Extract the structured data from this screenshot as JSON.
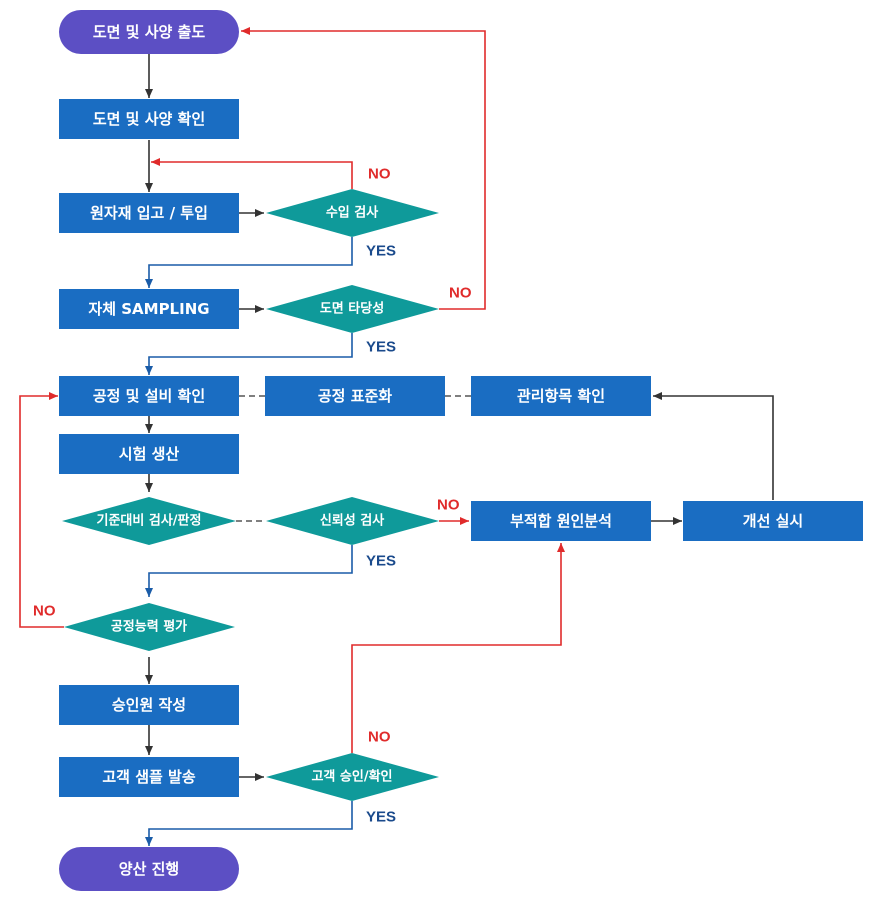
{
  "colors": {
    "start_end": "#5c4fc4",
    "process": "#1a6dc2",
    "decision": "#0f9a9a",
    "arrow_default": "#333333",
    "arrow_yes": "#1a5ca8",
    "arrow_no": "#e02b2b",
    "yes_text": "#1a4a8c",
    "no_text": "#e02b2b",
    "dashed": "#555555"
  },
  "nodes": {
    "start": "도면 및 사양 출도",
    "confirm_spec": "도면 및 사양 확인",
    "material_input": "원자재 입고 / 투입",
    "incoming_inspection": "수입 검사",
    "self_sampling": "자체 SAMPLING",
    "drawing_validity": "도면 타당성",
    "process_equipment_check": "공정 및 설비 확인",
    "process_standardization": "공정 표준화",
    "control_item_check": "관리항목 확인",
    "trial_production": "시험 생산",
    "criteria_inspection": "기준대비 검사/판정",
    "reliability_inspection": "신뢰성 검사",
    "nonconformity_analysis": "부적합 원인분석",
    "improvement": "개선 실시",
    "process_capability": "공정능력 평가",
    "approval_doc": "승인원 작성",
    "customer_sample": "고객 샘플 발송",
    "customer_approval": "고객 승인/확인",
    "end": "양산 진행"
  },
  "labels": {
    "incoming_no": "NO",
    "incoming_yes": "YES",
    "validity_no": "NO",
    "validity_yes": "YES",
    "reliability_no": "NO",
    "reliability_yes": "YES",
    "capability_no": "NO",
    "approval_no": "NO",
    "approval_yes": "YES"
  }
}
